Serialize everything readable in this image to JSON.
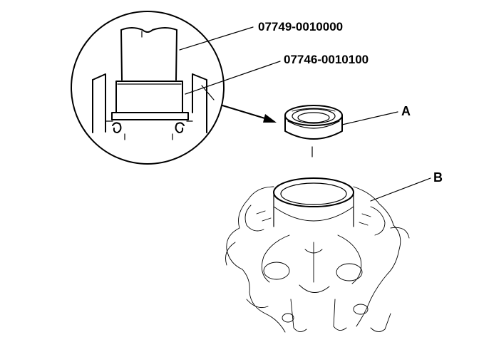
{
  "labels": {
    "tool_1": "07749-0010000",
    "tool_2": "07746-0010100",
    "part_a": "A",
    "part_b": "B"
  },
  "colors": {
    "ink": "#000000",
    "paper": "#ffffff"
  }
}
